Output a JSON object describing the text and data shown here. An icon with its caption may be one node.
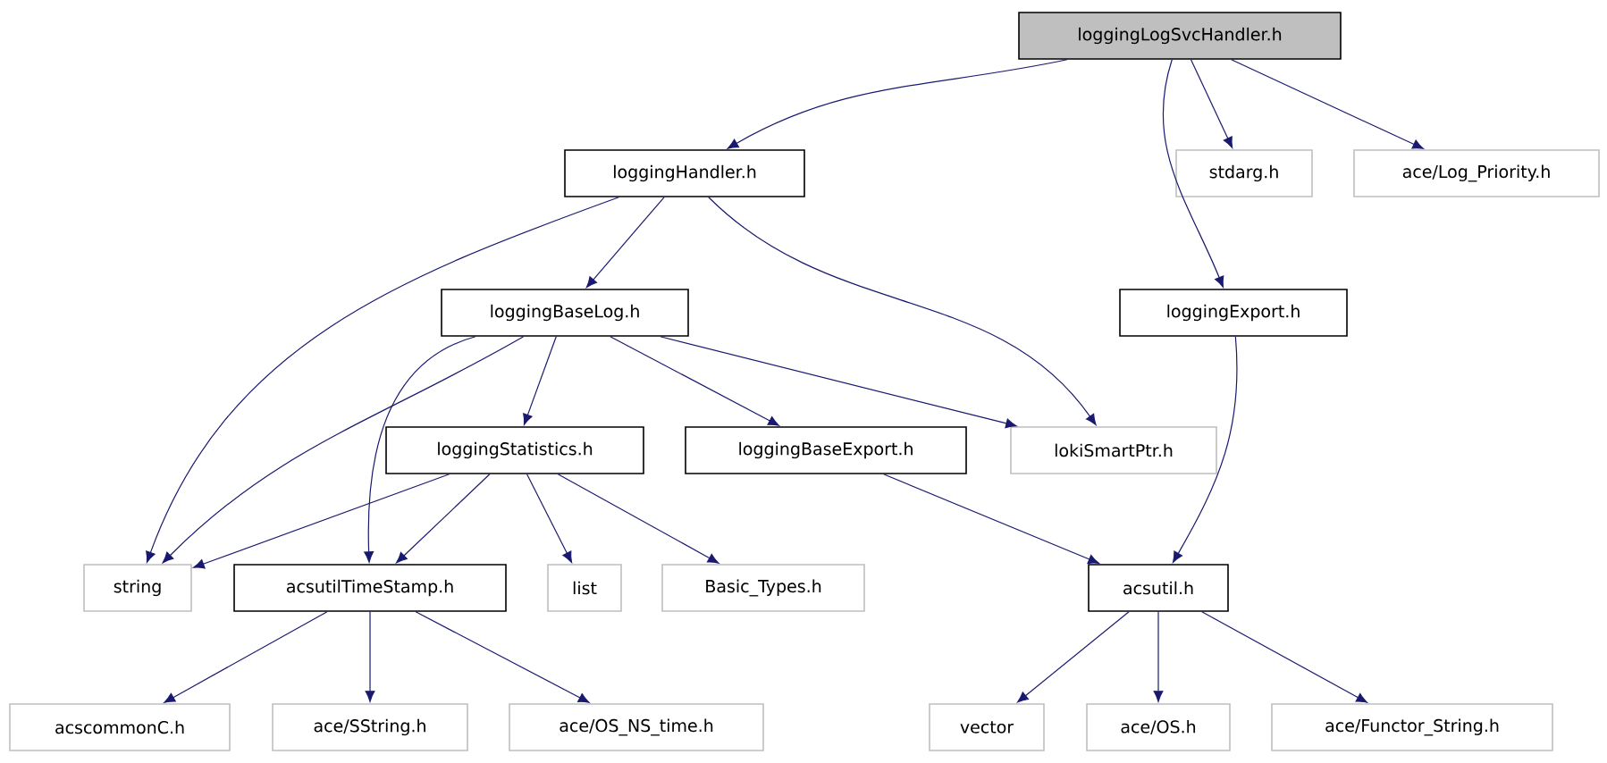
{
  "diagram": {
    "nodes": [
      {
        "text": [
          "loggingLogSvcHandler.h"
        ]
      },
      {
        "text": [
          "loggingHandler.h"
        ]
      },
      {
        "text": [
          "stdarg.h"
        ]
      },
      {
        "text": [
          "ace/Log_Priority.h"
        ]
      },
      {
        "text": [
          "loggingBaseLog.h"
        ]
      },
      {
        "text": [
          "loggingExport.h"
        ]
      },
      {
        "text": [
          "loggingStatistics.h"
        ]
      },
      {
        "text": [
          "loggingBaseExport.h"
        ]
      },
      {
        "text": [
          "lokiSmartPtr.h"
        ]
      },
      {
        "text": [
          "string"
        ]
      },
      {
        "text": [
          "acsutilTimeStamp.h"
        ]
      },
      {
        "text": [
          "list"
        ]
      },
      {
        "text": [
          "Basic_Types.h"
        ]
      },
      {
        "text": [
          "acsutil.h"
        ]
      },
      {
        "text": [
          "acscommonC.h"
        ]
      },
      {
        "text": [
          "ace/SString.h"
        ]
      },
      {
        "text": [
          "ace/OS_NS_time.h"
        ]
      },
      {
        "text": [
          "vector"
        ]
      },
      {
        "text": [
          "ace/OS.h"
        ]
      },
      {
        "text": [
          "ace/Functor_String.h"
        ]
      }
    ],
    "edges": [
      {
        "from": 0,
        "to": 1,
        "arrow": "to"
      },
      {
        "from": 0,
        "to": 2,
        "arrow": "to"
      },
      {
        "from": 0,
        "to": 3,
        "arrow": "to"
      },
      {
        "from": 0,
        "to": 5,
        "arrow": "to"
      },
      {
        "from": 1,
        "to": 4,
        "arrow": "to"
      },
      {
        "from": 1,
        "to": 9,
        "arrow": "to"
      },
      {
        "from": 1,
        "to": 8,
        "arrow": "to"
      },
      {
        "from": 4,
        "to": 6,
        "arrow": "to"
      },
      {
        "from": 4,
        "to": 7,
        "arrow": "to"
      },
      {
        "from": 4,
        "to": 8,
        "arrow": "to"
      },
      {
        "from": 4,
        "to": 9,
        "arrow": "to"
      },
      {
        "from": 4,
        "to": 10,
        "arrow": "to"
      },
      {
        "from": 5,
        "to": 13,
        "arrow": "to"
      },
      {
        "from": 6,
        "to": 9,
        "arrow": "to"
      },
      {
        "from": 6,
        "to": 10,
        "arrow": "to"
      },
      {
        "from": 6,
        "to": 11,
        "arrow": "to"
      },
      {
        "from": 6,
        "to": 12,
        "arrow": "to"
      },
      {
        "from": 7,
        "to": 13,
        "arrow": "to"
      },
      {
        "from": 10,
        "to": 14,
        "arrow": "to"
      },
      {
        "from": 10,
        "to": 15,
        "arrow": "to"
      },
      {
        "from": 10,
        "to": 16,
        "arrow": "to"
      },
      {
        "from": 13,
        "to": 17,
        "arrow": "to"
      },
      {
        "from": 13,
        "to": 18,
        "arrow": "to"
      },
      {
        "from": 13,
        "to": 19,
        "arrow": "to"
      }
    ]
  }
}
